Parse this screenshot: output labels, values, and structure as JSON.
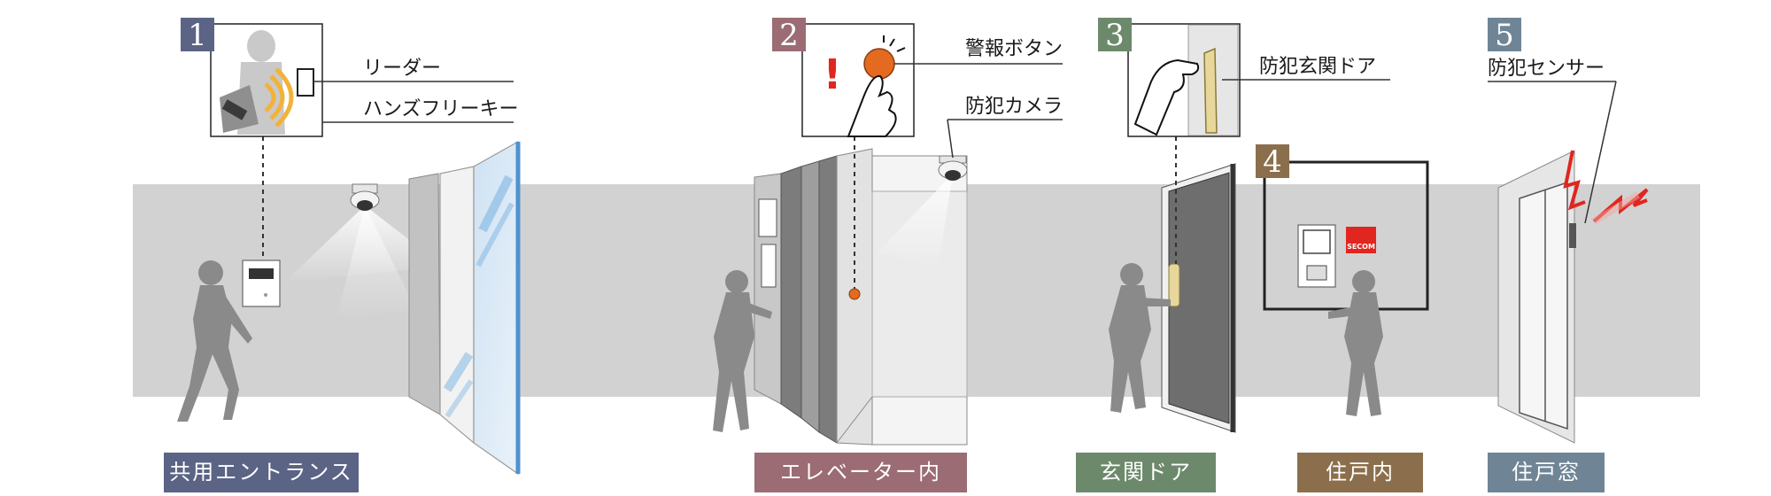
{
  "sections": [
    {
      "id": "entrance",
      "number": "1",
      "label": "共用エントランス",
      "color": "#5b6485",
      "callouts": [
        "リーダー",
        "ハンズフリーキー"
      ]
    },
    {
      "id": "elevator",
      "number": "2",
      "label": "エレベーター内",
      "color": "#9b6c73",
      "callouts": [
        "警報ボタン",
        "防犯カメラ"
      ]
    },
    {
      "id": "front-door",
      "number": "3",
      "label": "玄関ドア",
      "color": "#6c8a6b",
      "callouts": [
        "防犯玄関ドア"
      ]
    },
    {
      "id": "inside-unit",
      "number": "4",
      "label": "住戸内",
      "color": "#8b6f4c",
      "callouts": []
    },
    {
      "id": "window",
      "number": "5",
      "label": "住戸窓",
      "color": "#6f8596",
      "callouts": [
        "防犯センサー"
      ]
    }
  ],
  "secom_logo": "SECOM",
  "colors": {
    "wall": "#d2d2d2",
    "figure": "#8a8a8a",
    "accent_orange": "#e46a1f",
    "glass_blue": "#6aa6d8"
  }
}
